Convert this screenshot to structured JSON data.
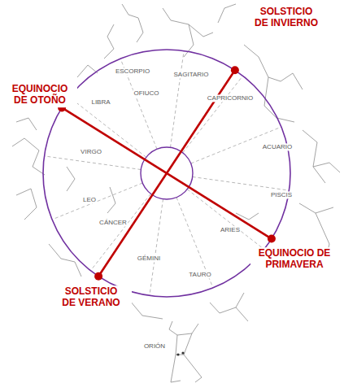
{
  "diagram": {
    "labels": [
      "ESCORPIO",
      "SAGITARIO",
      "CAPRICORNIO",
      "OFIUCO",
      "LIBRA",
      "ACUARIO",
      "VIRGO",
      "PISCIS",
      "LEO",
      "ARIES",
      "CÁNCER",
      "GÉMINI",
      "TAURO",
      "ORIÓN",
      "SOLSTICIO DE INVIERNO",
      "EQUINOCIO DE OTOÑO",
      "EQUINOCIO DE PRIMAVERA",
      "SOLSTICIO DE VERANO"
    ]
  }
}
